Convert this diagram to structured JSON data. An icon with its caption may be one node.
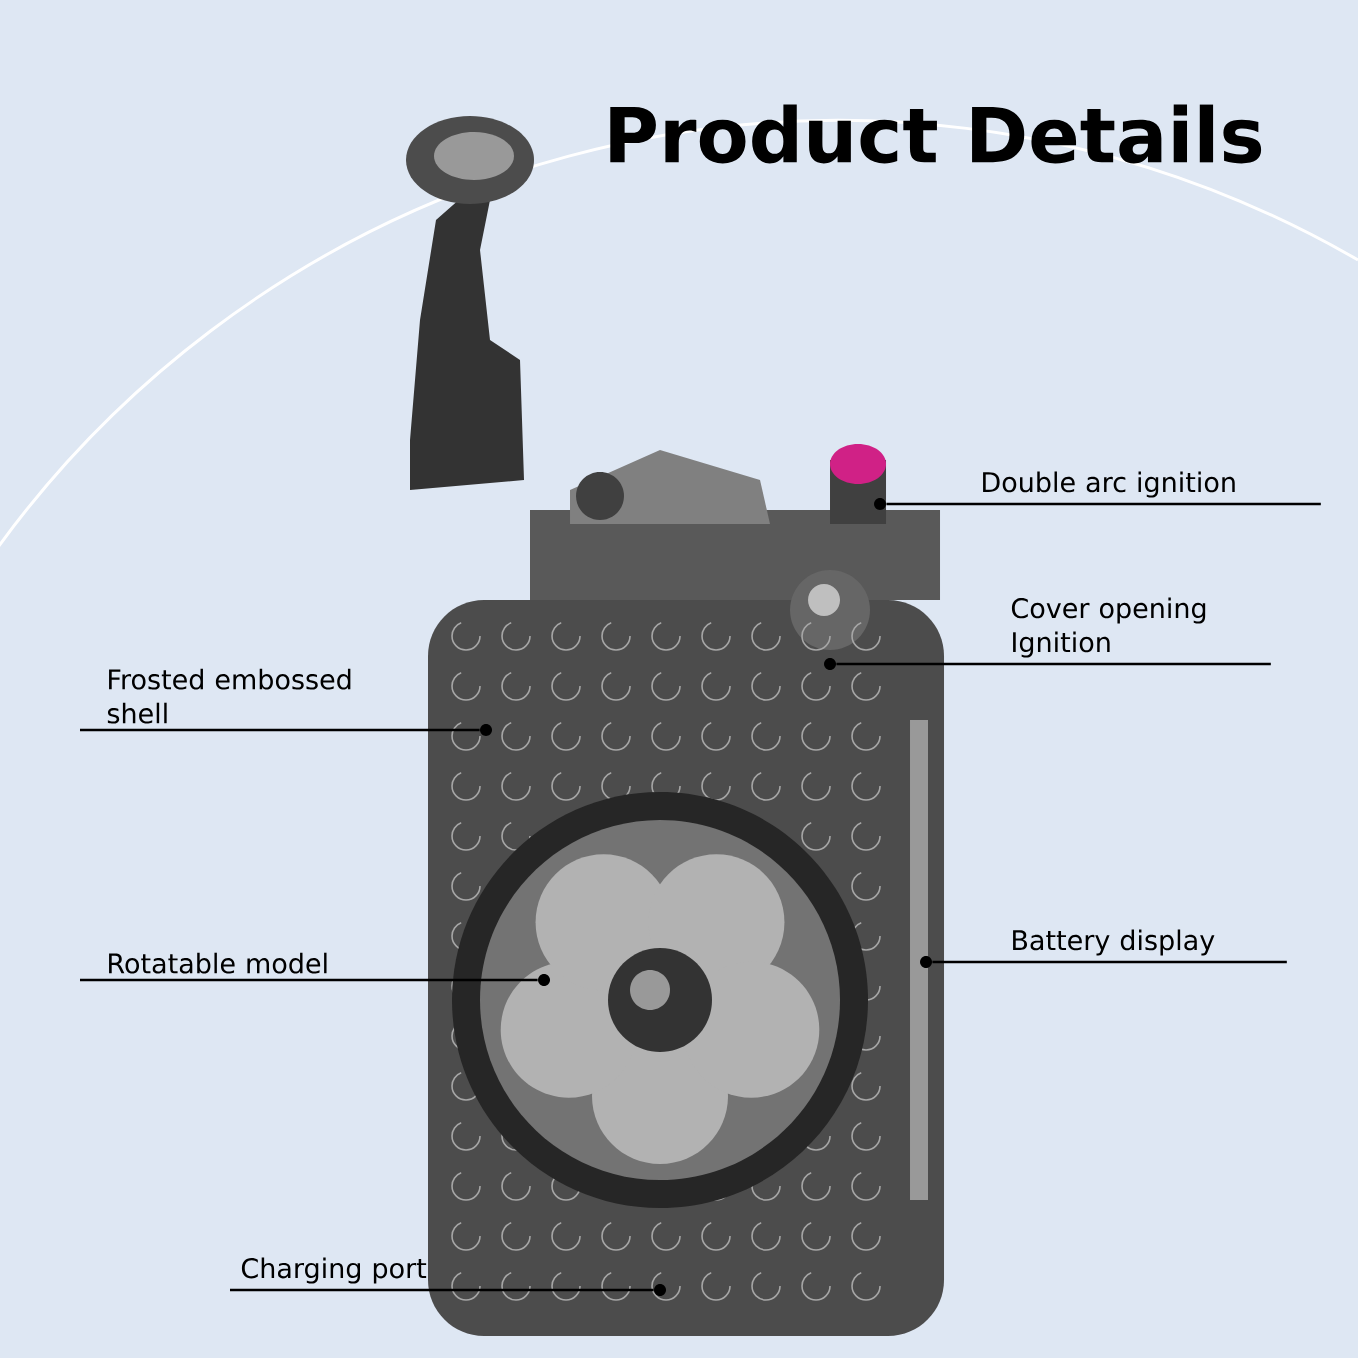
{
  "diagram": {
    "title": "Product Details",
    "nodes": [
      {
        "text": [
          "Double arc ignition"
        ]
      },
      {
        "text": [
          "Cover opening Ignition"
        ]
      },
      {
        "text": [
          "Frosted embossed shell"
        ]
      },
      {
        "text": [
          "Rotatable model"
        ]
      },
      {
        "text": [
          "Battery display"
        ]
      },
      {
        "text": [
          "Charging port"
        ]
      },
      {
        "text": [],
        "shape": "circle"
      },
      {
        "text": [],
        "shape": "circle"
      },
      {
        "text": [],
        "shape": "circle"
      },
      {
        "text": [],
        "shape": "circle"
      },
      {
        "text": [],
        "shape": "circle"
      },
      {
        "text": [],
        "shape": "circle"
      }
    ],
    "edges": [
      {
        "from": 0,
        "to": 6,
        "arrow": "none"
      },
      {
        "from": 1,
        "to": 7,
        "arrow": "none"
      },
      {
        "from": 2,
        "to": 8,
        "arrow": "none"
      },
      {
        "from": 3,
        "to": 9,
        "arrow": "none"
      },
      {
        "from": 4,
        "to": 10,
        "arrow": "none"
      },
      {
        "from": 5,
        "to": 11,
        "arrow": "none"
      }
    ]
  }
}
